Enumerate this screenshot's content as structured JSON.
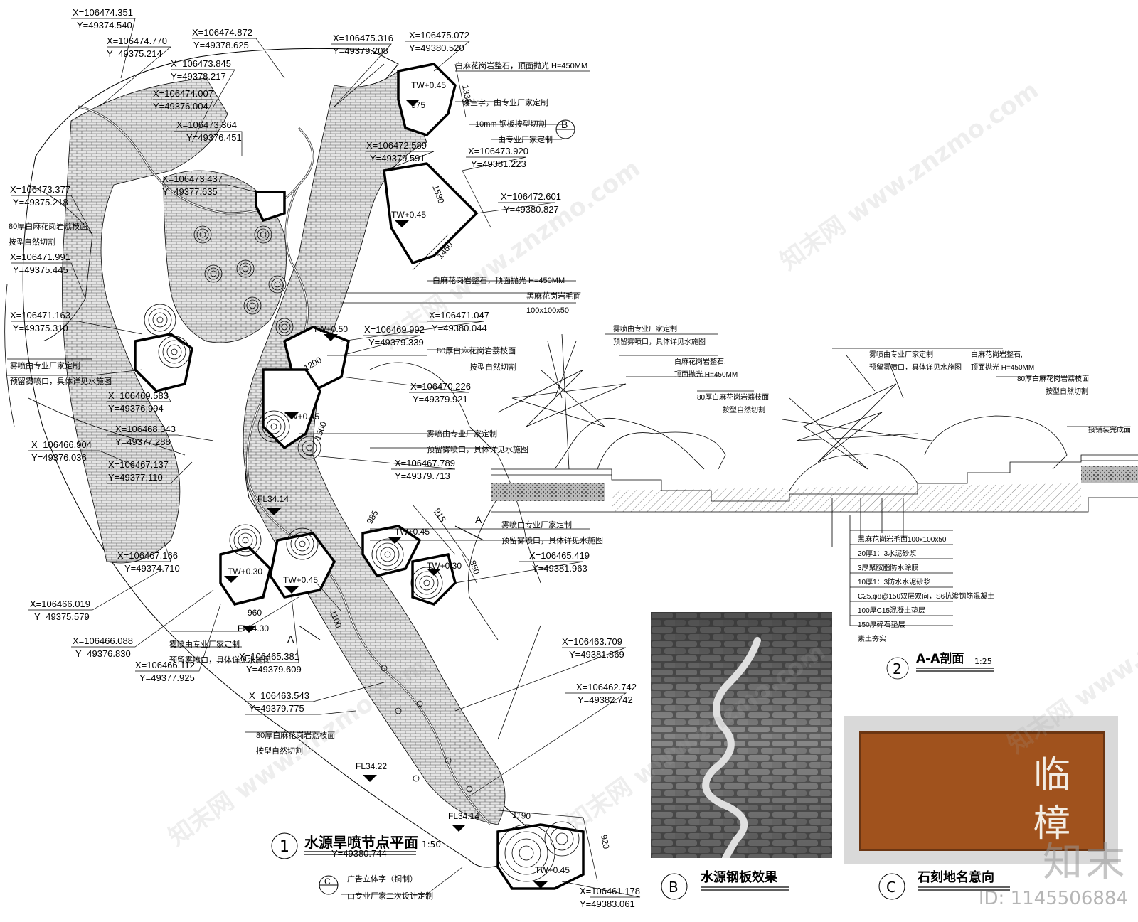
{
  "coordinates": [
    {
      "x": "X=106474.351",
      "y": "Y=49374.540"
    },
    {
      "x": "X=106474.770",
      "y": "Y=49375.214"
    },
    {
      "x": "X=106474.872",
      "y": "Y=49378.625"
    },
    {
      "x": "X=106473.845",
      "y": "Y=49378.217"
    },
    {
      "x": "X=106474.007",
      "y": "Y=49376.004"
    },
    {
      "x": "X=106473.364",
      "y": "Y=49376.451"
    },
    {
      "x": "X=106473.437",
      "y": "Y=49377.635"
    },
    {
      "x": "X=106475.316",
      "y": "Y=49379.208"
    },
    {
      "x": "X=106475.072",
      "y": "Y=49380.520"
    },
    {
      "x": "X=106472.589",
      "y": "Y=49379.591"
    },
    {
      "x": "X=106473.920",
      "y": "Y=49381.223"
    },
    {
      "x": "X=106472.601",
      "y": "Y=49380.827"
    },
    {
      "x": "X=106473.377",
      "y": "Y=49375.218"
    },
    {
      "x": "X=106471.991",
      "y": "Y=49375.445"
    },
    {
      "x": "X=106471.163",
      "y": "Y=49375.310"
    },
    {
      "x": "X=106471.047",
      "y": "Y=49380.044"
    },
    {
      "x": "X=106469.992",
      "y": "Y=49379.339"
    },
    {
      "x": "X=106469.583",
      "y": "Y=49376.994"
    },
    {
      "x": "X=106470.226",
      "y": "Y=49379.921"
    },
    {
      "x": "X=106466.904",
      "y": "Y=49376.036"
    },
    {
      "x": "X=106468.343",
      "y": "Y=49377.288"
    },
    {
      "x": "X=106467.137",
      "y": "Y=49377.110"
    },
    {
      "x": "X=106467.789",
      "y": "Y=49379.713"
    },
    {
      "x": "X=106467.166",
      "y": "Y=49374.710"
    },
    {
      "x": "X=106465.419",
      "y": "Y=49381.963"
    },
    {
      "x": "X=106466.019",
      "y": "Y=49375.579"
    },
    {
      "x": "X=106466.088",
      "y": "Y=49376.830"
    },
    {
      "x": "X=106466.112",
      "y": "Y=49377.925"
    },
    {
      "x": "X=106465.381",
      "y": "Y=49379.609"
    },
    {
      "x": "X=106463.709",
      "y": "Y=49381.869"
    },
    {
      "x": "X=106463.543",
      "y": "Y=49379.775"
    },
    {
      "x": "X=106462.742",
      "y": "Y=49382.742"
    },
    {
      "x": "X=106461.178",
      "y": "Y=49383.061"
    },
    {
      "x": "",
      "y": "Y=49380.744"
    }
  ],
  "plan_notes": {
    "granite_top": "白麻花岗岩整石，顶面抛光 H=450MM",
    "hollow_text": "镂空字，由专业厂家定制",
    "steel_cut": "10mm 钢板按型切割",
    "steel_maker": "由专业厂家定制",
    "granite_top_2": "白麻花岗岩整石，顶面抛光 H=450MM",
    "black_granite": "黑麻花岗岩毛面",
    "black_granite_size": "100x100x50",
    "white_granite_80": "80厚白麻花岗岩荔枝面",
    "natural_cut": "按型自然切割",
    "mist_a": "雾喷由专业厂家定制",
    "mist_b": "预留雾喷口，具体详见水施图",
    "white_granite_80_r": "80厚白麻花岗岩荔枝面",
    "natural_cut_r": "按型自然切割",
    "mist_r1": "雾喷由专业厂家定制",
    "mist_r2": "预留雾喷口，具体详见水施图",
    "mist_r3": "雾喷由专业厂家定制",
    "mist_r4": "预留雾喷口，具体详见水施图",
    "mist_b1": "雾喷由专业厂家定制",
    "mist_b2": "预留雾喷口，具体详见水施图",
    "white_granite_80_b": "80厚白麻花岗岩荔枝面",
    "natural_cut_b": "按型自然切割",
    "sign_text": "广告立体字（铜制）",
    "sign_maker": "由专业厂家二次设计定制"
  },
  "elevations": {
    "tw1": "TW+0.45",
    "tw2": "TW+0.45",
    "tw3": "TW+0.50",
    "tw4": "TW+0.45",
    "tw5": "TW+0.45",
    "tw6": "TW+0.30",
    "tw7": "TW+0.45",
    "tw8": "TW+0.30",
    "tw9": "TW+0.45",
    "fl1": "FL34.14",
    "fl2": "FL34.30",
    "fl3": "FL34.22",
    "fl4": "FL34.14"
  },
  "dimensions": {
    "d1335": "1335",
    "d975": "975",
    "d1530": "1530",
    "d1460": "1460",
    "d1200": "1200",
    "d1500": "1500",
    "d985": "985",
    "d915": "915",
    "d850": "850",
    "d960": "960",
    "d1190": "1190",
    "d920": "920",
    "d1100": "1100"
  },
  "section_marks": {
    "a": "A",
    "a2": "A",
    "b": "B",
    "c": "C"
  },
  "titles": {
    "plan_no": "1",
    "plan": "水源旱喷节点平面",
    "plan_scale": "1:50",
    "section_no": "2",
    "section": "A-A剖面",
    "section_scale": "1:25",
    "photo_b_no": "B",
    "photo_b": "水源钢板效果",
    "photo_c_no": "C",
    "photo_c": "石刻地名意向"
  },
  "section_notes": {
    "mist1": "雾喷由专业厂家定制",
    "mist2": "预留雾喷口，具体详见水施图",
    "granite1": "白麻花岗岩整石,",
    "granite2": "顶面抛光 H=450MM",
    "lichee1": "80厚白麻花岗岩荔枝面",
    "lichee2": "按型自然切割",
    "mist3": "雾喷由专业厂家定制",
    "mist4": "预留雾喷口，具体详见水施图",
    "granite3": "白麻花岗岩整石,",
    "granite4": "顶面抛光 H=450MM",
    "lichee3": "80厚白麻花岗岩荔枝面",
    "lichee4": "按型自然切割",
    "connect": "接铺装完成面"
  },
  "layers": [
    "黑麻花岗岩毛面100x100x50",
    "20厚1：3水泥砂浆",
    "3厚聚胺脂防水涂膜",
    "10厚1：3防水水泥砂浆",
    "C25,φ8@150双层双向，S6抗渗钢筋混凝土",
    "100厚C15混凝土垫层",
    "150厚碎石垫层",
    "素土夯实"
  ],
  "plaque": {
    "line1": "临",
    "line2": "樟"
  },
  "watermark": {
    "text": "知末网 www.znzmo.com",
    "logo": "知末",
    "id": "ID: 1145506884"
  },
  "colors": {
    "line": "#000000",
    "paving": "#d8d8d8",
    "plaque": "#a0521d",
    "stone": "#cfcfcf"
  }
}
